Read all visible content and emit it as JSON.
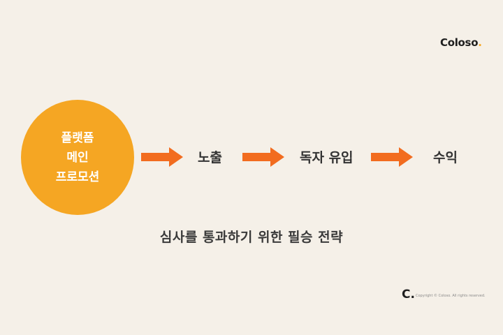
{
  "brand": {
    "name": "Coloso",
    "dot": "."
  },
  "circle": {
    "lines": [
      "플랫폼",
      "메인",
      "프로모션"
    ],
    "color": "#f5a623"
  },
  "flow": {
    "steps": [
      "노출",
      "독자 유입",
      "수익"
    ],
    "arrow_color": "#f26c1f"
  },
  "subtitle": "심사를 통과하기 위한 필승 전략",
  "footer": {
    "logo": "C",
    "logo_dot": ".",
    "copyright": "Copyright © Coloso. All rights reserved."
  }
}
